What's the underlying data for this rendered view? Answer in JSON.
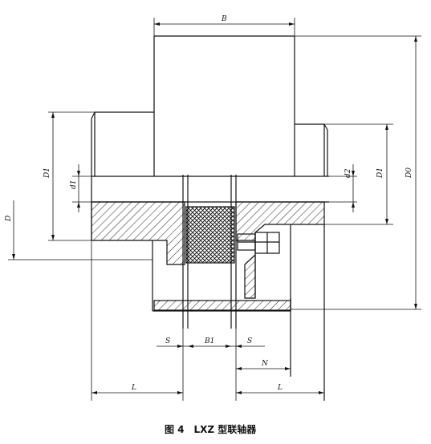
{
  "caption": "图 4　LXZ 型联轴器",
  "labels": {
    "B": "B",
    "D1_left": "D1",
    "D1_right": "D1",
    "d1": "d1",
    "d2": "d2",
    "D": "D",
    "D0": "D0",
    "S_left": "S",
    "B1": "B1",
    "S_right": "S",
    "N": "N",
    "L_left": "L",
    "L_right": "L"
  }
}
